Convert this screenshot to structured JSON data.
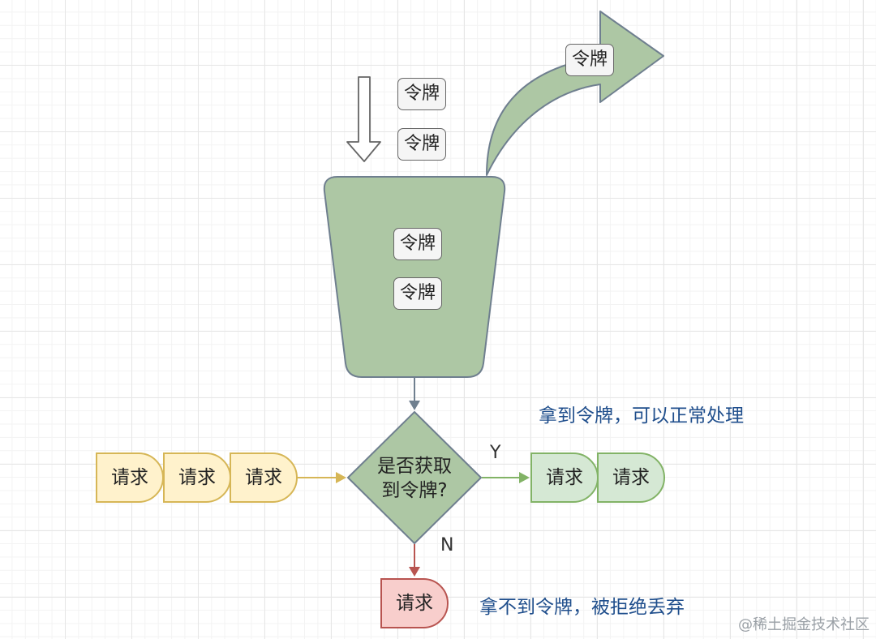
{
  "colors": {
    "bucket_fill": "#adc7a4",
    "bucket_stroke": "#6f7f8f",
    "request_pending_fill": "#fff2cc",
    "request_pending_stroke": "#d6b656",
    "request_accepted_fill": "#d5e8d4",
    "request_accepted_stroke": "#82b366",
    "request_rejected_fill": "#f8cecc",
    "request_rejected_stroke": "#b85450",
    "note_text": "#1f4e8c"
  },
  "tokens": {
    "incoming": [
      "令牌",
      "令牌"
    ],
    "in_bucket": [
      "令牌",
      "令牌"
    ],
    "outgoing": "令牌"
  },
  "requests": {
    "pending": [
      "请求",
      "请求",
      "请求"
    ],
    "accepted": [
      "请求",
      "请求"
    ],
    "rejected": [
      "请求"
    ]
  },
  "decision": {
    "line1": "是否获取",
    "line2": "到令牌?"
  },
  "branch_labels": {
    "yes": "Y",
    "no": "N"
  },
  "notes": {
    "accepted": "拿到令牌，可以正常处理",
    "rejected": "拿不到令牌，被拒绝丢弃"
  },
  "watermark": "@稀土掘金技术社区"
}
